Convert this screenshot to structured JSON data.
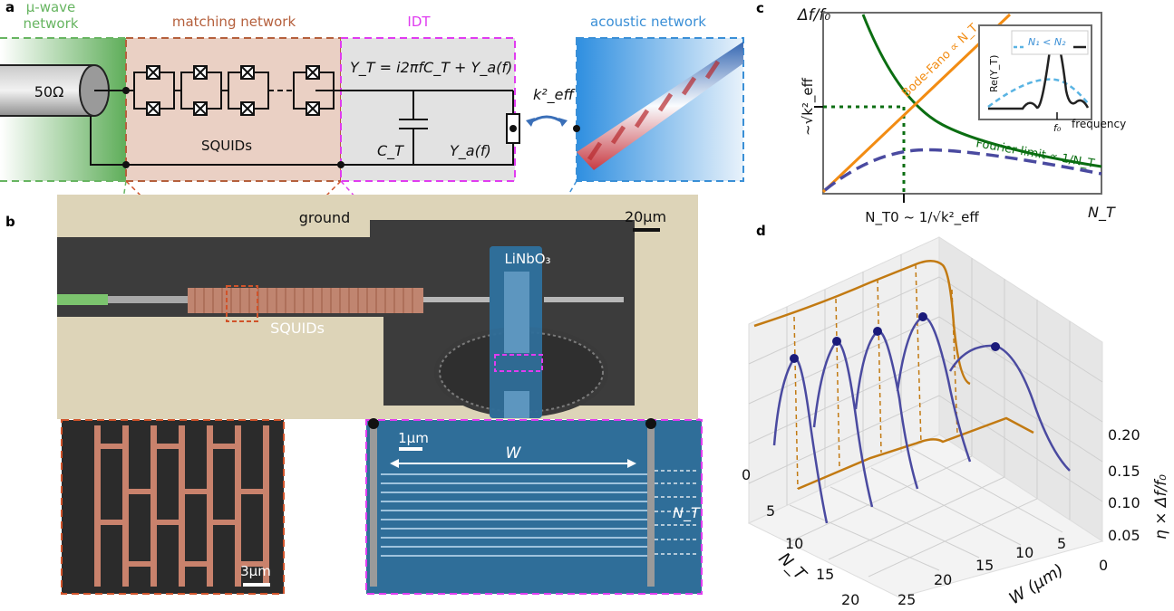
{
  "panel_labels": {
    "a": "a",
    "b": "b",
    "c": "c",
    "d": "d"
  },
  "colors": {
    "mw_green": "#67b561",
    "matching_brown": "#b5603d",
    "idt_magenta": "#e03cf0",
    "acoustic_blue": "#3a8fd6",
    "fourier_green": "#0b6e12",
    "bode_orange": "#f28c13",
    "dashed_navy": "#4a4aa0",
    "sem_blue": "#2f6e99"
  },
  "panel_a": {
    "mw_label_1": "µ-wave",
    "mw_label_2": "network",
    "matching_label": "matching network",
    "idt_label": "IDT",
    "acoustic_label": "acoustic network",
    "impedance": "50Ω",
    "squids": "SQUIDs",
    "admittance_eq": "Y_T = i2πfC_T + Y_a(f)",
    "ct": "C_T",
    "ya": "Y_a(f)",
    "keff": "k²_eff"
  },
  "panel_b": {
    "ground": "ground",
    "scale_main": "20µm",
    "linbo3": "LiNbO₃",
    "squids": "SQUIDs",
    "scale_left": "3µm",
    "scale_right": "1µm",
    "w": "W",
    "nt": "N_T"
  },
  "panel_c": {
    "ylabel": "Δf/f₀",
    "ytick": "~√k²_eff",
    "xtick": "N_T0 ~ 1/√k²_eff",
    "xlabel": "N_T",
    "bode": "Bode-Fano ∝ N_T",
    "fourier": "Fourier limit ∝ 1/N_T",
    "inset_ylabel": "Re(Y_T)",
    "inset_xlabel": "frequency",
    "inset_f0": "f₀",
    "inset_legend": "N₁ < N₂"
  },
  "panel_d": {
    "zlabel": "η × Δf/f₀",
    "xlabel": "N_T",
    "ylabel": "W (µm)",
    "z_ticks": [
      "0.20",
      "0.15",
      "0.10",
      "0.05",
      "0"
    ],
    "nt_ticks": [
      "0",
      "5",
      "10",
      "15",
      "20"
    ],
    "w_ticks": [
      "5",
      "10",
      "15",
      "20",
      "25"
    ]
  }
}
